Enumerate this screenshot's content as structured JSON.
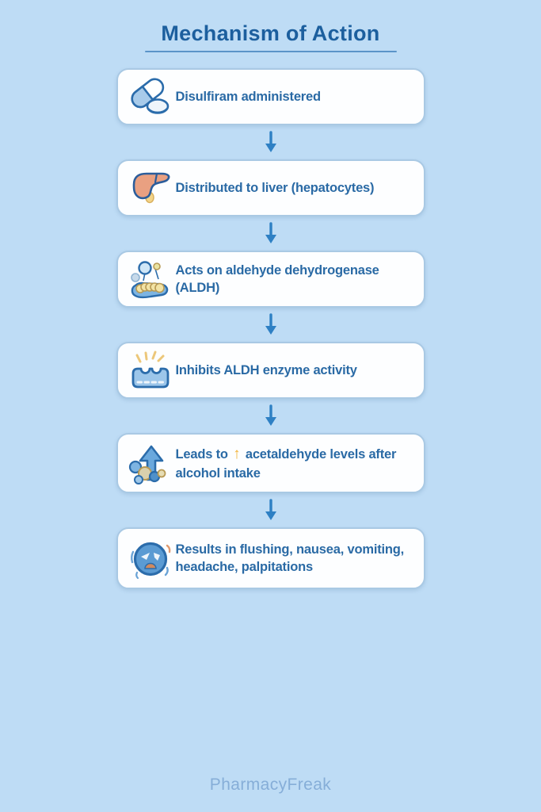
{
  "page": {
    "title": "Mechanism of Action",
    "footer": "PharmacyFreak",
    "background_color": "#bedcf5",
    "title_color": "#1c5f9e",
    "text_color": "#2a6aa5",
    "arrow_color": "#2e80c4",
    "inline_arrow_color": "#f2b135",
    "card_border_color": "#a9c9e4"
  },
  "steps": [
    {
      "icon": "pills-icon",
      "text": "Disulfiram administered"
    },
    {
      "icon": "liver-icon",
      "text": "Distributed to liver (hepatocytes)"
    },
    {
      "icon": "enzyme-icon",
      "text": "Acts on aldehyde dehydrogenase (ALDH)"
    },
    {
      "icon": "inhibited-enzyme-icon",
      "text": "Inhibits ALDH enzyme activity"
    },
    {
      "icon": "increase-arrow-icon",
      "text_prefix": "Leads to",
      "inline_up_arrow": "↑",
      "text_suffix": "acetaldehyde levels after alcohol intake"
    },
    {
      "icon": "sick-face-icon",
      "text": "Results in flushing, nausea, vomiting, headache, palpitations"
    }
  ]
}
